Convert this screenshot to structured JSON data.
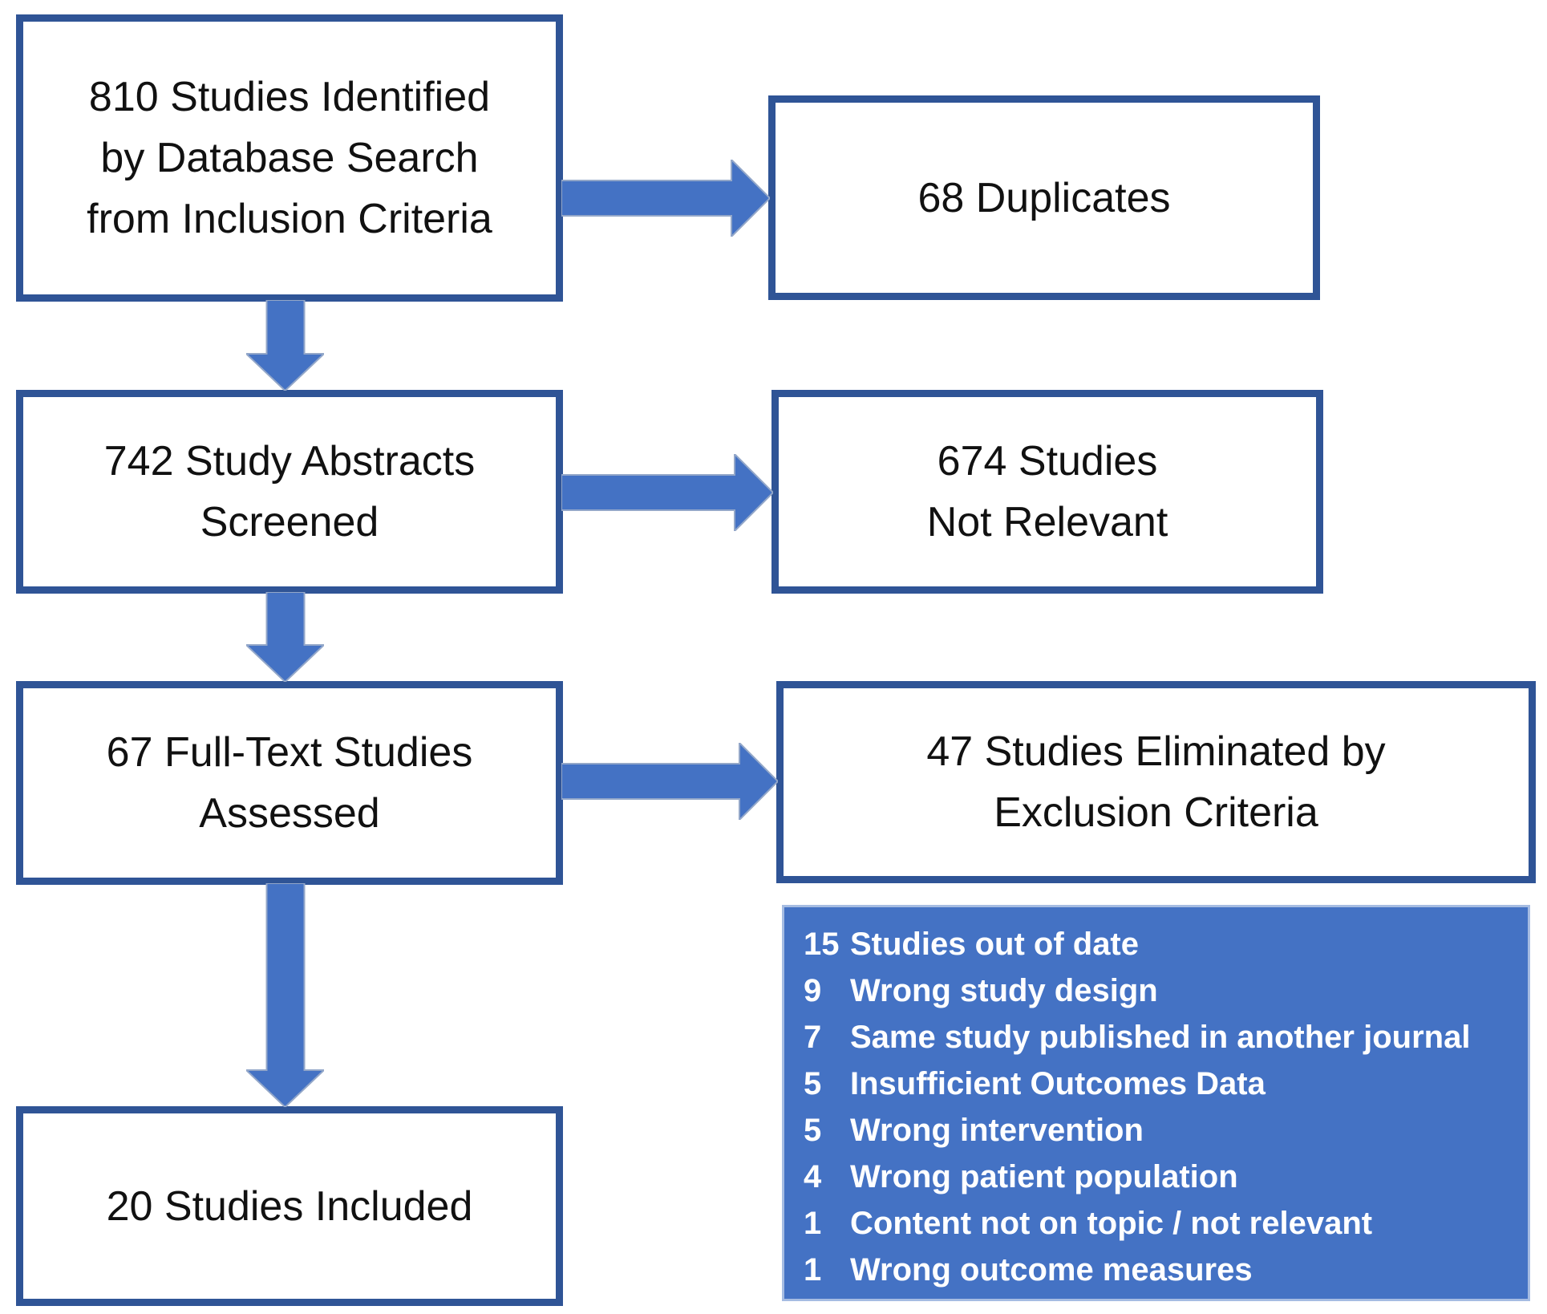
{
  "diagram": {
    "type": "study-selection-flowchart",
    "nodes": {
      "identified": {
        "line1": "810 Studies Identified",
        "line2": "by Database Search",
        "line3": "from Inclusion Criteria"
      },
      "duplicates": {
        "line1": "68 Duplicates"
      },
      "screened": {
        "line1": "742 Study Abstracts",
        "line2": "Screened"
      },
      "not_relevant": {
        "line1": "674 Studies",
        "line2": "Not Relevant"
      },
      "full_text": {
        "line1": "67 Full-Text Studies",
        "line2": "Assessed"
      },
      "eliminated": {
        "line1": "47 Studies Eliminated by",
        "line2": "Exclusion Criteria"
      },
      "included": {
        "line1": "20 Studies Included"
      }
    },
    "exclusion_reasons": [
      {
        "count": "15",
        "label": "Studies out of date"
      },
      {
        "count": "9",
        "label": "Wrong study design"
      },
      {
        "count": "7",
        "label": "Same study published in another journal"
      },
      {
        "count": "5",
        "label": "Insufficient Outcomes Data"
      },
      {
        "count": "5",
        "label": "Wrong intervention"
      },
      {
        "count": "4",
        "label": "Wrong patient population"
      },
      {
        "count": "1",
        "label": "Content not on topic / not relevant"
      },
      {
        "count": "1",
        "label": "Wrong outcome measures"
      }
    ],
    "colors": {
      "box_border": "#2f5496",
      "box_fill": "#ffffff",
      "arrow_fill": "#4472c4",
      "panel_fill": "#4472c4",
      "panel_border": "#a6bce2",
      "panel_text": "#ffffff",
      "box_text": "#111111"
    }
  }
}
